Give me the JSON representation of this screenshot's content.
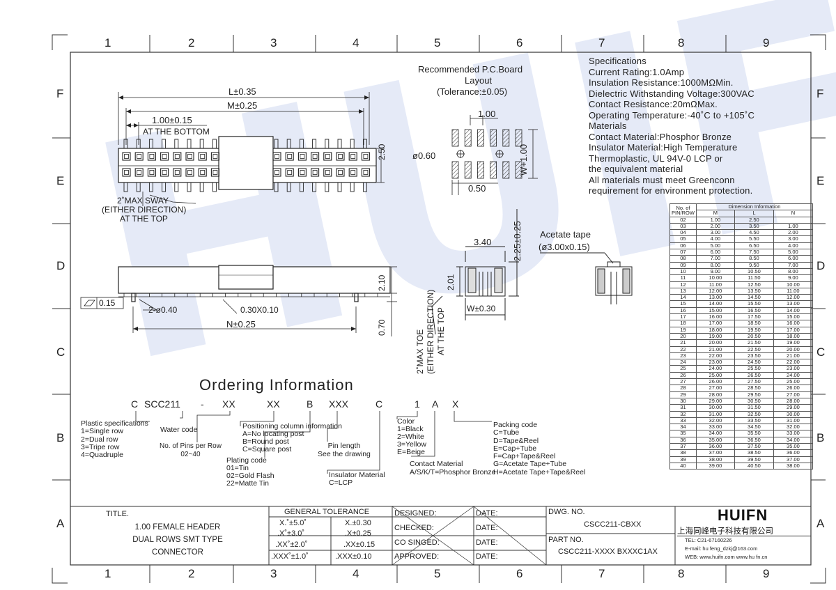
{
  "grid": {
    "columns": [
      "1",
      "2",
      "3",
      "4",
      "5",
      "6",
      "7",
      "8",
      "9"
    ],
    "rows": [
      "F",
      "E",
      "D",
      "C",
      "B",
      "A"
    ]
  },
  "specs": {
    "lines": [
      "Specifications",
      "Current Rating:1.0Amp",
      "Insulation Resistance:1000MΩMin.",
      "Dielectric Withstanding Voltage:300VAC",
      "Contact Resistance:20mΩMax.",
      "Operating Temperature:-40˚C to +105˚C",
      "Materials",
      "Contact Material:Phosphor Bronze",
      "Insulator Material:High Temperature",
      "Thermoplastic, UL 94V-0 LCP or",
      "the equivalent material",
      "All materials must meet Greenconn",
      "requirement for environment protection."
    ]
  },
  "pcb": {
    "title1": "Recommended P.C.Board",
    "title2": "Layout",
    "title3": "(Tolerance:±0.05)",
    "dim_pitch": "1.00",
    "dim_hole": "ø0.60",
    "dim_offset": "0.50",
    "dim_w": "W+1.00"
  },
  "top_view": {
    "dim_l": "L±0.35",
    "dim_m": "M±0.25",
    "dim_pitch": "1.00±0.15",
    "note_bottom": "AT THE BOTTOM",
    "dim_h": "2.50",
    "sway1": "2˚MAX SWAY",
    "sway2": "(EITHER DIRECTION)",
    "sway3": "AT THE TOP"
  },
  "side_view": {
    "flatness": "0.15",
    "dim_post": "2-ø0.40",
    "dim_pin": "0.30X0.10",
    "dim_n": "N±0.25",
    "dim_h": "2.10",
    "dim_tail": "0.70"
  },
  "end_view": {
    "dim_width": "3.40",
    "dim_height": "2.25±0.25",
    "dim_201": "2.01",
    "dim_w": "W±0.30",
    "toe1": "2˚MAX TOE",
    "toe2": "(EITHER DIRECTION)",
    "toe3": "AT THE TOP",
    "tape1": "Acetate tape",
    "tape2": "(ø3.00x0.15)"
  },
  "ordering": {
    "title": "Ordering Information",
    "code": [
      "C",
      "SCC211",
      "-",
      "XX",
      "XX",
      "B",
      "XXX",
      "C",
      "1",
      "A",
      "X"
    ],
    "plastic": [
      "Plastic specifications",
      "1=Single row",
      "2=Dual row",
      "3=Tripe row",
      "4=Quadruple"
    ],
    "water": "Water code",
    "pins": [
      "No. of Pins per Row",
      "02~40"
    ],
    "positioning": [
      "Positioning column information",
      "A=No locating post",
      "B=Round post",
      "C=Square post"
    ],
    "plating": [
      "Plating code",
      "01=Tin",
      "02=Gold Flash",
      "22=Matte Tin"
    ],
    "pinlength": [
      "Pin length",
      "See the drawing"
    ],
    "insulator": [
      "Insulator Material",
      "C=LCP"
    ],
    "color": [
      "Color",
      "1=Black",
      "2=White",
      "3=Yellow",
      "E=Beige"
    ],
    "contact": [
      "Contact Material",
      "A/S/K/T=Phosphor Bronze"
    ],
    "packing": [
      "Packing code",
      "C=Tube",
      "D=Tape&Reel",
      "E=Cap+Tube",
      "F=Cap+Tape&Reel",
      "G=Acetate Tape+Tube",
      "H=Acetate Tape+Tape&Reel"
    ]
  },
  "dim_table": {
    "head1": "No. of PIN/ROW",
    "head2": "Dimension Information",
    "cols": [
      "M",
      "L",
      "N"
    ],
    "rows": [
      [
        "02",
        "1.00",
        "2.50",
        ""
      ],
      [
        "03",
        "2.00",
        "3.50",
        "1.00"
      ],
      [
        "04",
        "3.00",
        "4.50",
        "2.00"
      ],
      [
        "05",
        "4.00",
        "5.50",
        "3.00"
      ],
      [
        "06",
        "5.00",
        "6.50",
        "4.00"
      ],
      [
        "07",
        "6.00",
        "7.50",
        "5.00"
      ],
      [
        "08",
        "7.00",
        "8.50",
        "6.00"
      ],
      [
        "09",
        "8.00",
        "9.50",
        "7.00"
      ],
      [
        "10",
        "9.00",
        "10.50",
        "8.00"
      ],
      [
        "11",
        "10.00",
        "11.50",
        "9.00"
      ],
      [
        "12",
        "11.00",
        "12.50",
        "10.00"
      ],
      [
        "13",
        "12.00",
        "13.50",
        "11.00"
      ],
      [
        "14",
        "13.00",
        "14.50",
        "12.00"
      ],
      [
        "15",
        "14.00",
        "15.50",
        "13.00"
      ],
      [
        "16",
        "15.00",
        "16.50",
        "14.00"
      ],
      [
        "17",
        "16.00",
        "17.50",
        "15.00"
      ],
      [
        "18",
        "17.00",
        "18.50",
        "16.00"
      ],
      [
        "19",
        "18.00",
        "19.50",
        "17.00"
      ],
      [
        "20",
        "19.00",
        "20.50",
        "18.00"
      ],
      [
        "21",
        "20.00",
        "21.50",
        "19.00"
      ],
      [
        "22",
        "21.00",
        "22.50",
        "20.00"
      ],
      [
        "23",
        "22.00",
        "23.50",
        "21.00"
      ],
      [
        "24",
        "23.00",
        "24.50",
        "22.00"
      ],
      [
        "25",
        "24.00",
        "25.50",
        "23.00"
      ],
      [
        "26",
        "25.00",
        "26.50",
        "24.00"
      ],
      [
        "27",
        "26.00",
        "27.50",
        "25.00"
      ],
      [
        "28",
        "27.00",
        "28.50",
        "26.00"
      ],
      [
        "29",
        "28.00",
        "29.50",
        "27.00"
      ],
      [
        "30",
        "29.00",
        "30.50",
        "28.00"
      ],
      [
        "31",
        "30.00",
        "31.50",
        "29.00"
      ],
      [
        "32",
        "31.00",
        "32.50",
        "30.00"
      ],
      [
        "33",
        "32.00",
        "33.50",
        "31.00"
      ],
      [
        "34",
        "33.00",
        "34.50",
        "32.00"
      ],
      [
        "35",
        "34.00",
        "35.50",
        "33.00"
      ],
      [
        "36",
        "35.00",
        "36.50",
        "34.00"
      ],
      [
        "37",
        "36.00",
        "37.50",
        "35.00"
      ],
      [
        "38",
        "37.00",
        "38.50",
        "36.00"
      ],
      [
        "39",
        "38.00",
        "39.50",
        "37.00"
      ],
      [
        "40",
        "39.00",
        "40.50",
        "38.00"
      ]
    ]
  },
  "title_block": {
    "title_label": "TITLE.",
    "title_lines": [
      "1.00 FEMALE HEADER",
      "DUAL ROWS SMT TYPE",
      "CONNECTOR"
    ],
    "tol_head": "GENERAL TOLERANCE",
    "tol_rows": [
      [
        "X.˚±5.0˚",
        "X.±0.30"
      ],
      [
        ".X˚±3.0˚",
        ".X±0.25"
      ],
      [
        ".XX˚±2.0˚",
        ".XX±0.15"
      ],
      [
        ".XXX˚±1.0˚",
        ".XXX±0.10"
      ]
    ],
    "sign_rows": [
      "DESIGNED:",
      "CHECKED:",
      "CO SINGED:",
      "APPROVED:"
    ],
    "date": "DATE:",
    "dwg_label": "DWG. NO.",
    "dwg_value": "CSCC211-CBXX",
    "part_label": "PART NO.",
    "part_value": "CSCC211-XXXX BXXXC1AX",
    "logo": "HUIFN",
    "company": "上海同峰电子科技有限公司",
    "tel": "TEL: C21-67160226",
    "email": "E-mail: hu feng_dzkj@163.com",
    "web": "WEB: www.huifn.com www.hu fn.cn"
  },
  "watermark": "HUIFN"
}
